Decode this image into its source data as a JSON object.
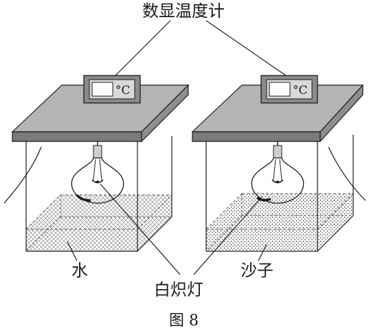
{
  "labels": {
    "thermometer": "数显温度计",
    "water": "水",
    "sand": "沙子",
    "lamp": "白炽灯",
    "figure": "图 8",
    "unit": "°C"
  },
  "colors": {
    "board_top": "#b4b4b4",
    "board_front": "#7a7a7a",
    "line": "#1a1a1a",
    "pattern": "#555555"
  }
}
